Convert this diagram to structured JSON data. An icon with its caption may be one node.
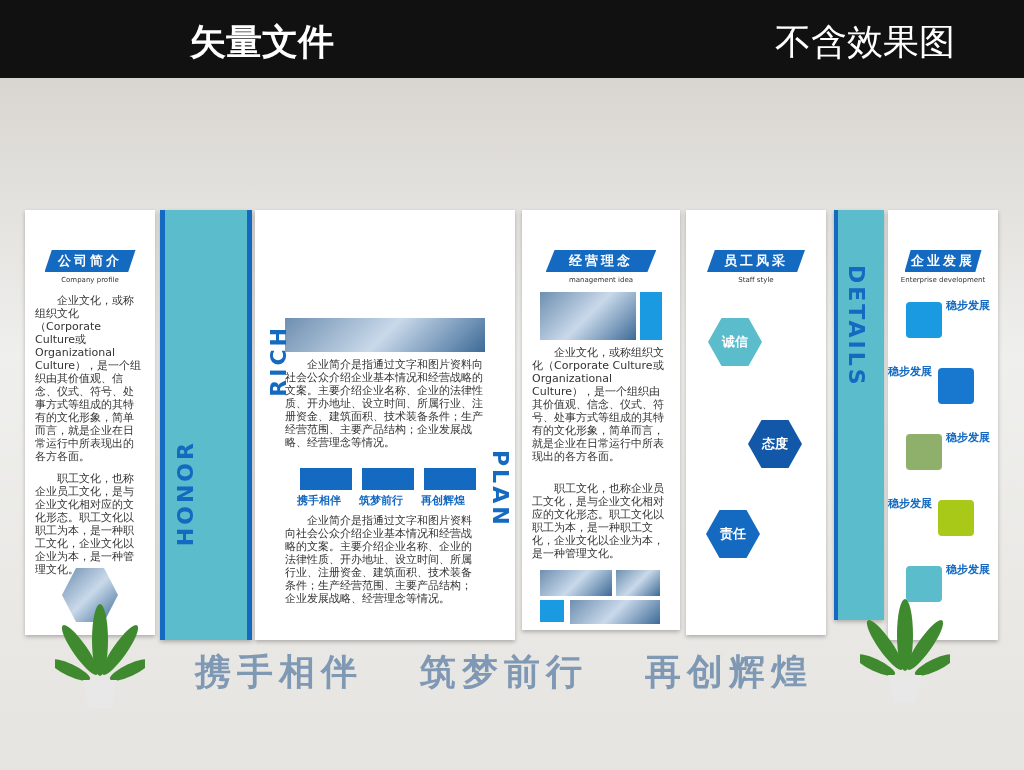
{
  "diagram": {
    "nodes": [
      {
        "text": [
          "公司简介",
          "Company profile",
          "企业文化，或称组织文化（Corporate Culture或Organizational Culture），是一个组织由其价值观、信念、仪式、符号、处事方式等组成的其特有的文化形象，简单而言，就是企业在日常运行中所表现出的各方各面。",
          "职工文化，也称企业员工文化，是与企业文化相对应的文化形态。职工文化以职工为本，是一种职工文化，企业文化以企业为本，是一种管理文化。"
        ]
      },
      {
        "text": [
          "HONOR"
        ]
      },
      {
        "text": [
          "企业简介是指通过文字和图片资料向社会公众介绍企业基本情况和经营战略的文案。主要介绍企业名称、企业的法律性质、开办地址、设立时间、所属行业、注册资金、建筑面积、技术装备条件；生产经营范围、主要产品结构；企业发展战略、经营理念等情况。",
          "携手相伴",
          "筑梦前行",
          "再创辉煌",
          "企业简介是指通过文字和图片资料向社会公众介绍企业基本情况和经营战略的文案。主要介绍企业名称、企业的法律性质、开办地址、设立时间、所属行业、注册资金、建筑面积、技术装备条件；生产经营范围、主要产品结构；企业发展战略、经营理念等情况。"
        ]
      },
      {
        "text": [
          "经营理念",
          "management idea",
          "企业文化，或称组织文化（Corporate Culture或Organizational Culture），是一个组织由其价值观、信念、仪式、符号、处事方式等组成的其特有的文化形象，简单而言，就是企业在日常运行中所表现出的各方各面。",
          "职工文化，也称企业员工文化，是与企业文化相对应的文化形态。职工文化以职工为本，是一种职工文化，企业文化以企业为本，是一种管理文化。"
        ]
      },
      {
        "text": [
          "员工风采",
          "Staff style"
        ]
      },
      {
        "text": [
          "诚信"
        ],
        "in": 4
      },
      {
        "text": [
          "态度"
        ],
        "in": 4
      },
      {
        "text": [
          "责任"
        ],
        "in": 4
      },
      {
        "text": [
          "DETAILS"
        ]
      },
      {
        "text": [
          "企业发展",
          "Enterprise development"
        ]
      },
      {
        "text": [
          "稳步发展"
        ],
        "in": 9
      },
      {
        "text": [
          "稳步发展"
        ],
        "in": 9
      },
      {
        "text": [
          "稳步发展"
        ],
        "in": 9
      },
      {
        "text": [
          "稳步发展"
        ],
        "in": 9
      },
      {
        "text": [
          "稳步发展"
        ],
        "in": 9
      }
    ],
    "labels": [
      "矢量文件",
      "不含效果图",
      "RICH",
      "PLAN",
      "携手相伴",
      "筑梦前行",
      "再创辉煌"
    ]
  }
}
